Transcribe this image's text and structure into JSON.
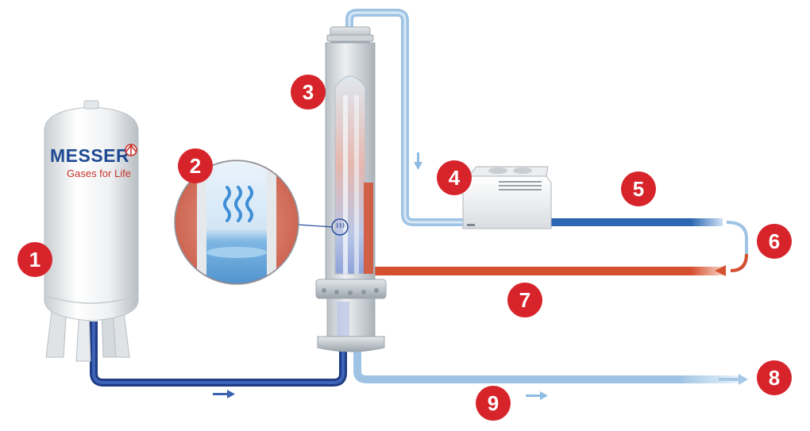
{
  "logo": {
    "brand": "MESSER",
    "tagline": "Gases for Life"
  },
  "markers": [
    "1",
    "2",
    "3",
    "4",
    "5",
    "6",
    "7",
    "8",
    "9"
  ],
  "colors": {
    "badge": "#d7242b",
    "cold_line": "#2c4f9e",
    "supply_line": "#2b67b2",
    "return_line": "#d5502f",
    "exhaust_line": "#a6c8e6",
    "tank": "#eef0f1"
  }
}
